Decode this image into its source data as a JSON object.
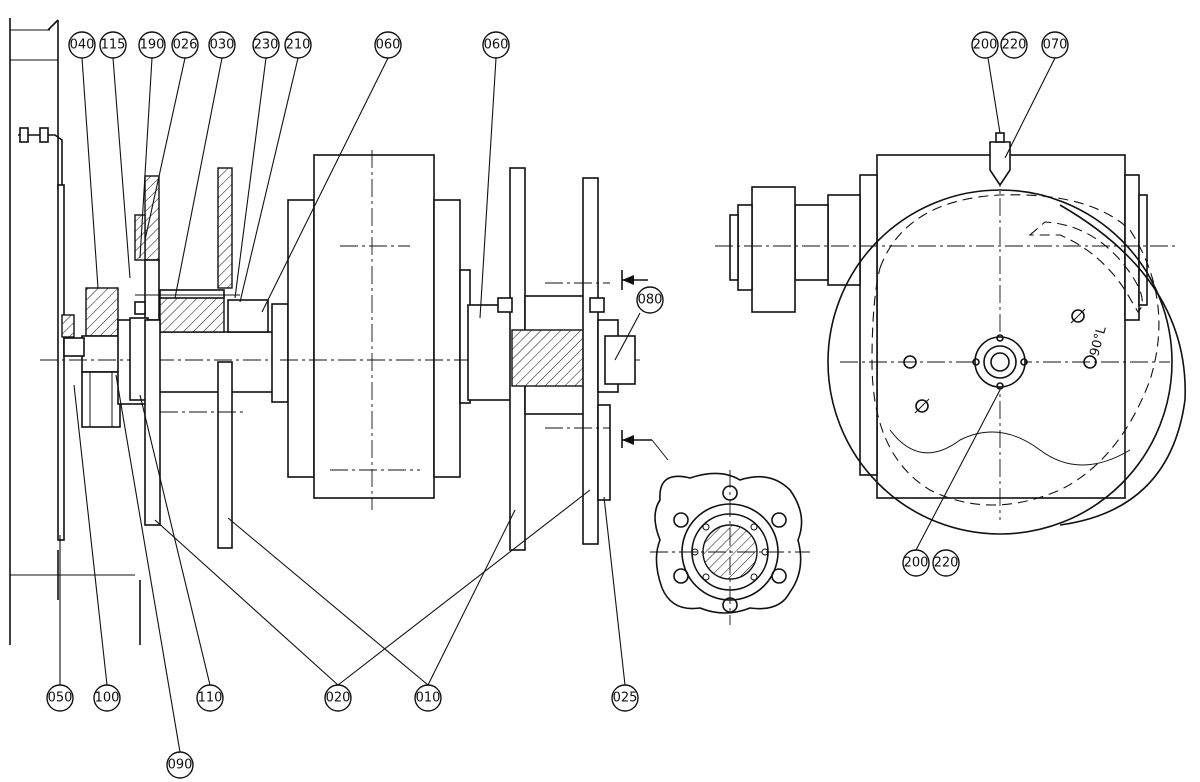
{
  "drawing": {
    "balloons": {
      "b040": "040",
      "b115": "115",
      "b190": "190",
      "b026": "026",
      "b030": "030",
      "b230": "230",
      "b210": "210",
      "b060a": "060",
      "b060b": "060",
      "b080": "080",
      "b200a": "200",
      "b220a": "220",
      "b070": "070",
      "b200b": "200",
      "b220b": "220",
      "b050": "050",
      "b100": "100",
      "b090": "090",
      "b110": "110",
      "b020": "020",
      "b010": "010",
      "b025": "025"
    },
    "angle_note": "90°L"
  }
}
